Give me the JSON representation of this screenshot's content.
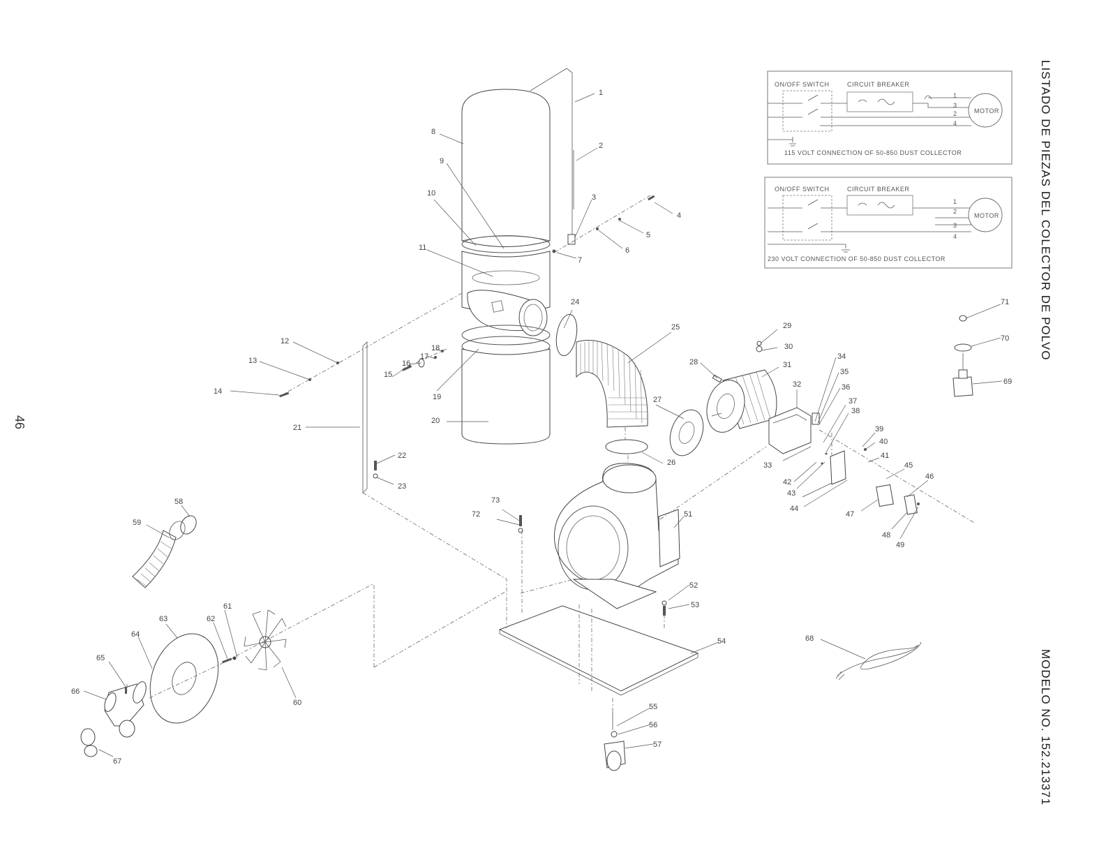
{
  "page": {
    "side_title_top": "LISTADO DE PIEZAS DEL COLECTOR DE POLVO",
    "side_title_bottom": "MODELO NO. 152.213371",
    "page_number": "46"
  },
  "wiring_115": {
    "switch_label": "ON/OFF SWITCH",
    "breaker_label": "CIRCUIT BREAKER",
    "motor_label": "MOTOR",
    "caption": "115 VOLT CONNECTION OF 50-850 DUST COLLECTOR",
    "terminals": [
      "1",
      "3",
      "2",
      "4"
    ]
  },
  "wiring_230": {
    "switch_label": "ON/OFF SWITCH",
    "breaker_label": "CIRCUIT BREAKER",
    "motor_label": "MOTOR",
    "caption": "230 VOLT CONNECTION OF 50-850 DUST COLLECTOR",
    "terminals": [
      "1",
      "2",
      "3",
      "4"
    ]
  },
  "callouts": [
    {
      "n": "1"
    },
    {
      "n": "2"
    },
    {
      "n": "3"
    },
    {
      "n": "4"
    },
    {
      "n": "5"
    },
    {
      "n": "6"
    },
    {
      "n": "7"
    },
    {
      "n": "8"
    },
    {
      "n": "9"
    },
    {
      "n": "10"
    },
    {
      "n": "11"
    },
    {
      "n": "12"
    },
    {
      "n": "13"
    },
    {
      "n": "14"
    },
    {
      "n": "15"
    },
    {
      "n": "16"
    },
    {
      "n": "17"
    },
    {
      "n": "18"
    },
    {
      "n": "19"
    },
    {
      "n": "20"
    },
    {
      "n": "21"
    },
    {
      "n": "22"
    },
    {
      "n": "23"
    },
    {
      "n": "24"
    },
    {
      "n": "25"
    },
    {
      "n": "26"
    },
    {
      "n": "27"
    },
    {
      "n": "28"
    },
    {
      "n": "29"
    },
    {
      "n": "30"
    },
    {
      "n": "31"
    },
    {
      "n": "32"
    },
    {
      "n": "33"
    },
    {
      "n": "34"
    },
    {
      "n": "35"
    },
    {
      "n": "36"
    },
    {
      "n": "37"
    },
    {
      "n": "38"
    },
    {
      "n": "39"
    },
    {
      "n": "40"
    },
    {
      "n": "41"
    },
    {
      "n": "42"
    },
    {
      "n": "43"
    },
    {
      "n": "44"
    },
    {
      "n": "45"
    },
    {
      "n": "46"
    },
    {
      "n": "47"
    },
    {
      "n": "48"
    },
    {
      "n": "49"
    },
    {
      "n": "51"
    },
    {
      "n": "52"
    },
    {
      "n": "53"
    },
    {
      "n": "54"
    },
    {
      "n": "55"
    },
    {
      "n": "56"
    },
    {
      "n": "57"
    },
    {
      "n": "58"
    },
    {
      "n": "59"
    },
    {
      "n": "60"
    },
    {
      "n": "61"
    },
    {
      "n": "62"
    },
    {
      "n": "63"
    },
    {
      "n": "64"
    },
    {
      "n": "65"
    },
    {
      "n": "66"
    },
    {
      "n": "67"
    },
    {
      "n": "68"
    },
    {
      "n": "69"
    },
    {
      "n": "70"
    },
    {
      "n": "71"
    },
    {
      "n": "72"
    },
    {
      "n": "73"
    }
  ]
}
